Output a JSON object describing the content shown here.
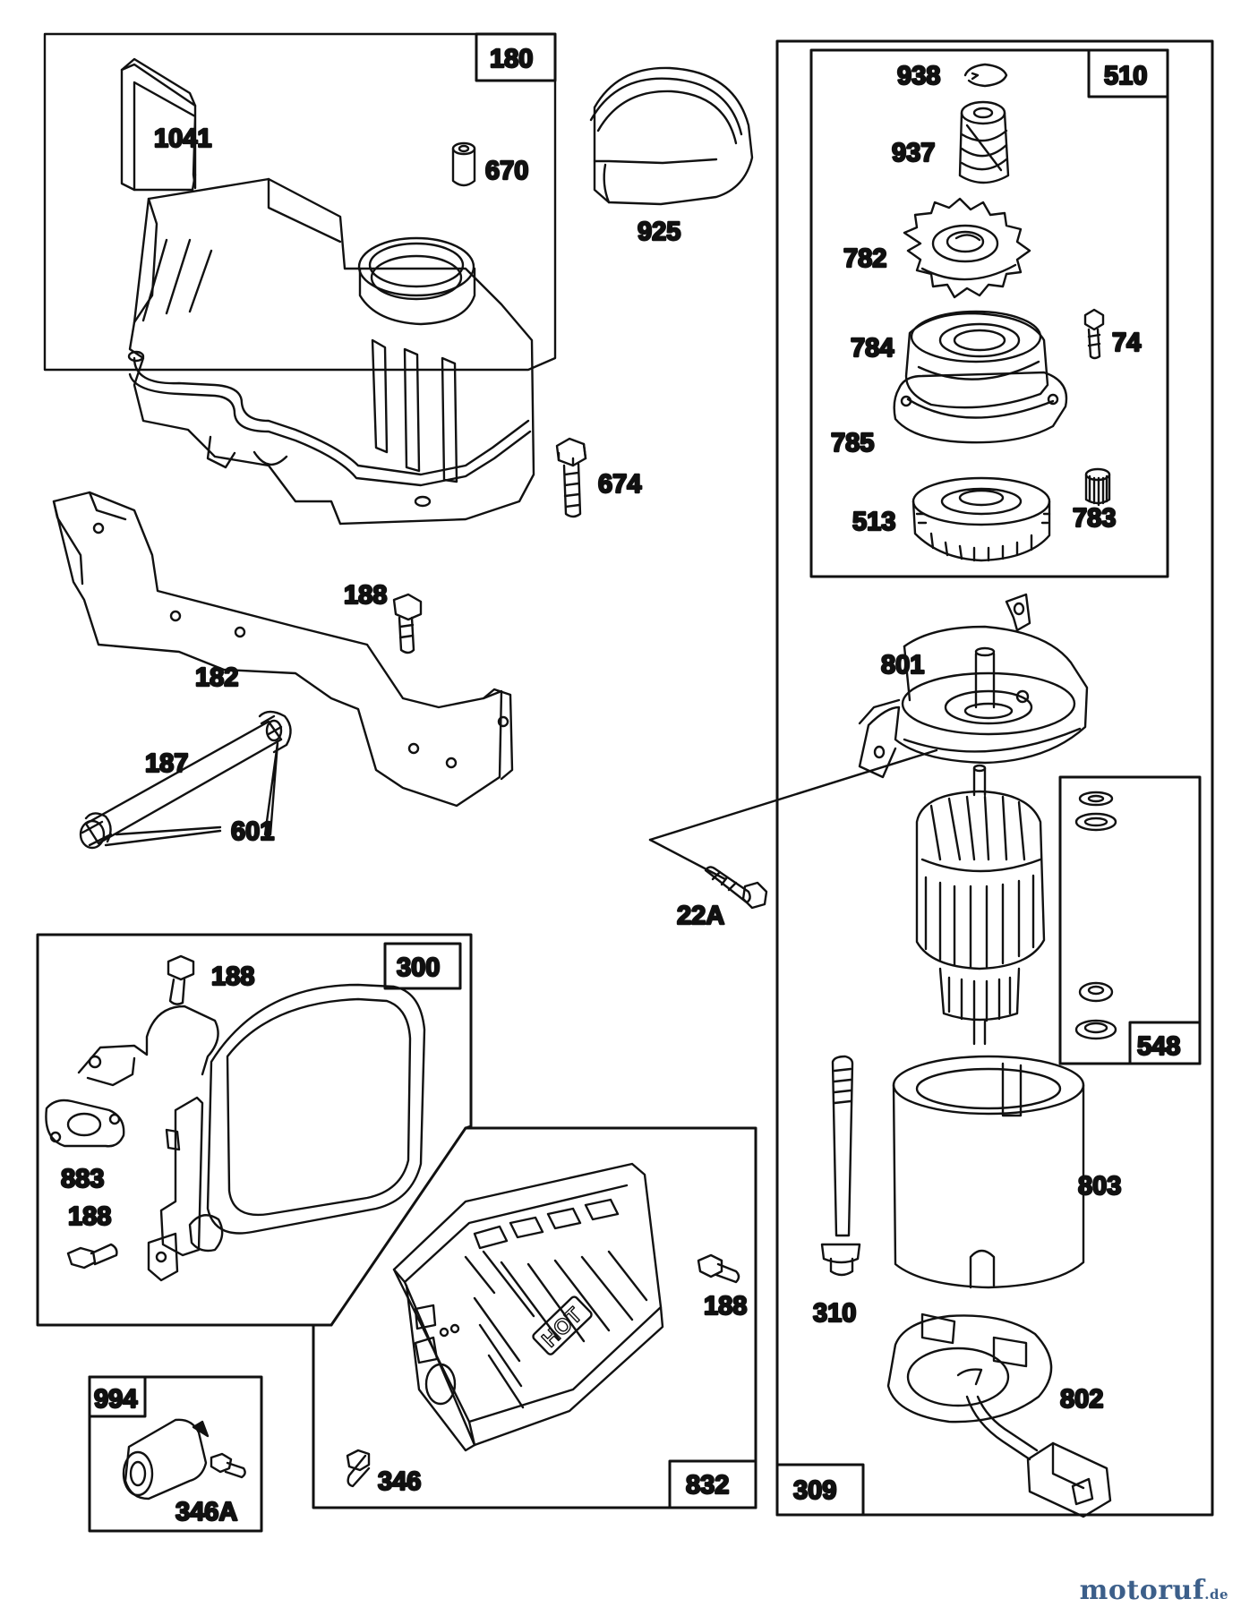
{
  "groups": {
    "g180": "180",
    "g510": "510",
    "g300": "300",
    "g548": "548",
    "g832": "832",
    "g994": "994",
    "g309": "309"
  },
  "labels": {
    "p1041": "1041",
    "p670": "670",
    "p925": "925",
    "p674": "674",
    "p188a": "188",
    "p182": "182",
    "p187": "187",
    "p601": "601",
    "p938": "938",
    "p937": "937",
    "p782": "782",
    "p74": "74",
    "p784": "784",
    "p785": "785",
    "p513": "513",
    "p783": "783",
    "p801": "801",
    "p22A": "22A",
    "p188b": "188",
    "p883": "883",
    "p188c": "188",
    "p188d": "188",
    "p803": "803",
    "p310": "310",
    "p802": "802",
    "p346": "346",
    "p346A": "346A"
  },
  "stamp": {
    "text": "HOT"
  },
  "watermark": {
    "name": "motoruf",
    "tld": ".de",
    "color": "#3c5f8a"
  }
}
